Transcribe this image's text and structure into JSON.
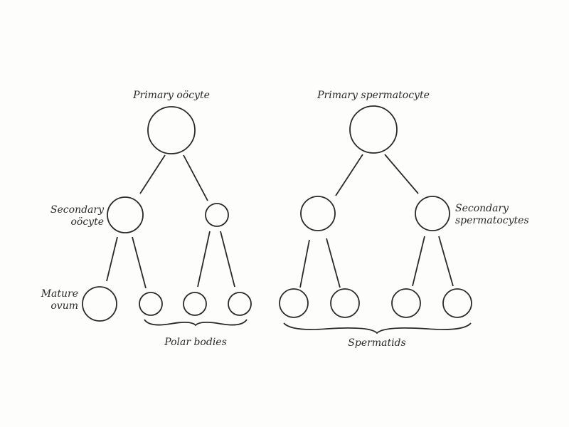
{
  "diagram": {
    "left": {
      "primary_label": "Primary oöcyte",
      "secondary_label_line1": "Secondary",
      "secondary_label_line2": "oöcyte",
      "mature_label_line1": "Mature",
      "mature_label_line2": "ovum",
      "group_label": "Polar bodies"
    },
    "right": {
      "primary_label": "Primary spermatocyte",
      "secondary_label_line1": "Secondary",
      "secondary_label_line2": "spermatocytes",
      "group_label": "Spermatids"
    },
    "colors": {
      "stroke": "#2a2a2a",
      "background": "#fdfdfb"
    }
  }
}
